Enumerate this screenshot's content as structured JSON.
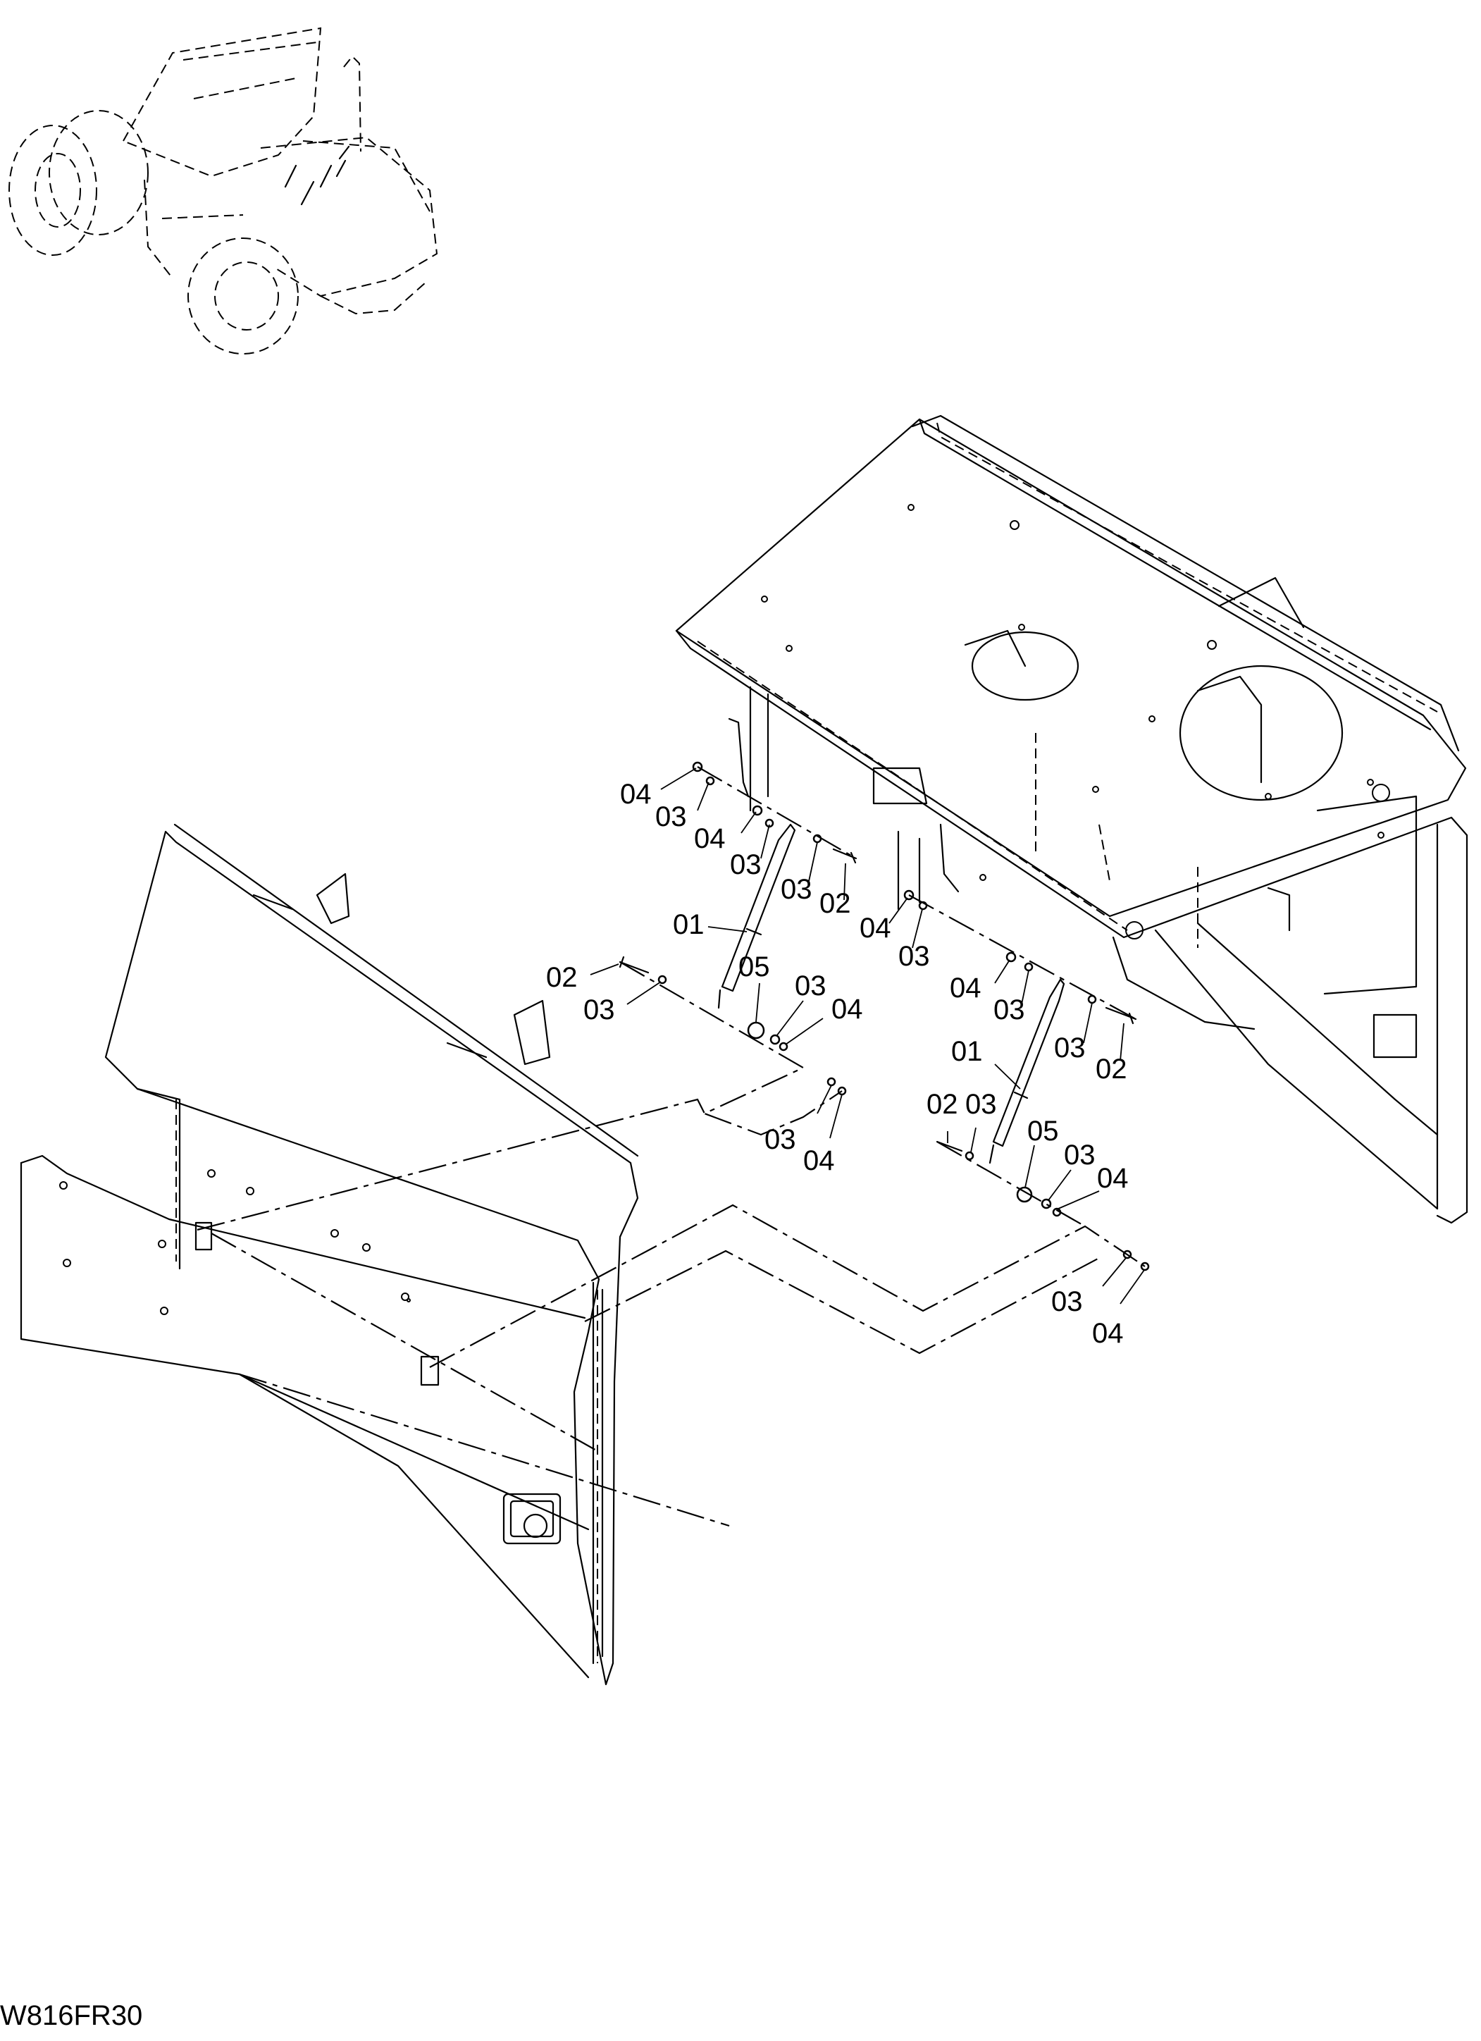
{
  "drawing_code": "W816FR30",
  "callouts": {
    "c1": "04",
    "c2": "03",
    "c3": "04",
    "c4": "03",
    "c5": "03",
    "c6": "02",
    "c7": "01",
    "c8": "02",
    "c9": "03",
    "c10": "05",
    "c11": "03",
    "c12": "04",
    "c13": "03",
    "c14": "04",
    "c15": "04",
    "c16": "03",
    "c17": "04",
    "c18": "03",
    "c19": "03",
    "c20": "02",
    "c21": "01",
    "c22": "02",
    "c23": "03",
    "c24": "05",
    "c25": "03",
    "c26": "04",
    "c27": "03",
    "c28": "04"
  }
}
